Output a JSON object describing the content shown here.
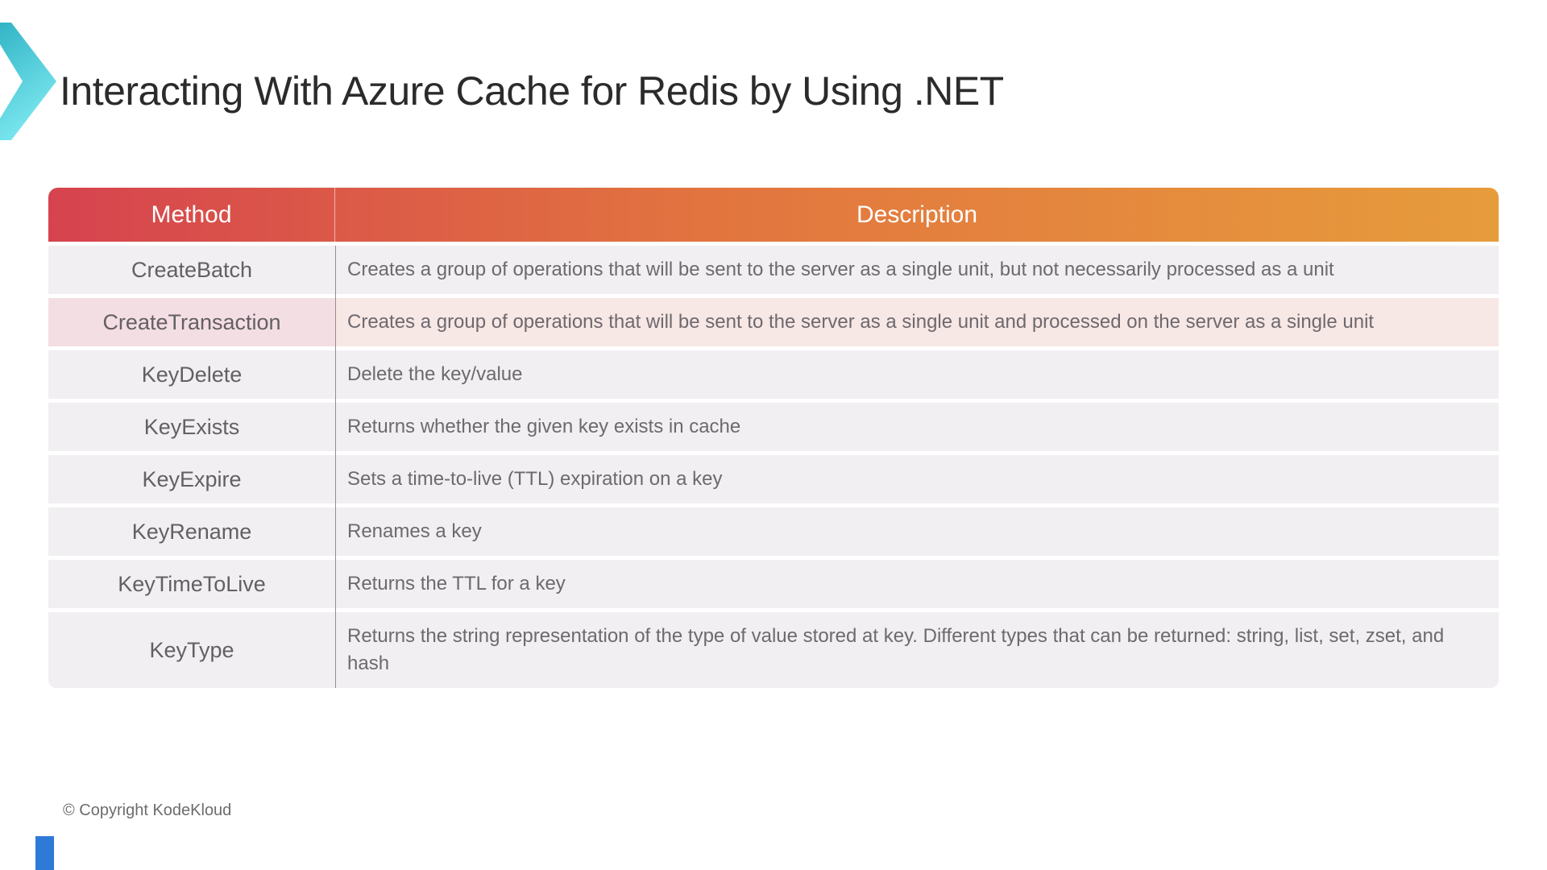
{
  "slide": {
    "title": "Interacting With Azure Cache for Redis by Using .NET",
    "footer": "© Copyright KodeKloud"
  },
  "theme": {
    "header_gradient_left": "#d6434f",
    "header_gradient_mid": "#e2743f",
    "header_gradient_right": "#e79c3c",
    "row_bg": "#f1eff1",
    "highlight_method_bg": "#f3dee3",
    "highlight_desc_bg": "#f7e7e5",
    "logo_teal_top": "#32b4c6",
    "logo_teal_bottom": "#7ce8ef",
    "accent_blue": "#2e7ad7"
  },
  "table": {
    "columns": [
      "Method",
      "Description"
    ],
    "rows": [
      {
        "method": "CreateBatch",
        "description": "Creates a group of operations that will be sent to the server as a single unit, but not necessarily processed as a unit",
        "highlighted": false
      },
      {
        "method": "CreateTransaction",
        "description": "Creates a group of operations that will be sent to the server as a single unit and processed on the server as a single unit",
        "highlighted": true
      },
      {
        "method": "KeyDelete",
        "description": "Delete the key/value",
        "highlighted": false
      },
      {
        "method": "KeyExists",
        "description": "Returns whether the given key exists in cache",
        "highlighted": false
      },
      {
        "method": "KeyExpire",
        "description": "Sets a time-to-live (TTL) expiration on a key",
        "highlighted": false
      },
      {
        "method": "KeyRename",
        "description": "Renames a key",
        "highlighted": false
      },
      {
        "method": "KeyTimeToLive",
        "description": "Returns the TTL for a key",
        "highlighted": false
      },
      {
        "method": "KeyType",
        "description": "Returns the string representation of the type of value stored at key. Different types that can be returned: string, list, set, zset, and hash",
        "highlighted": false
      }
    ]
  }
}
